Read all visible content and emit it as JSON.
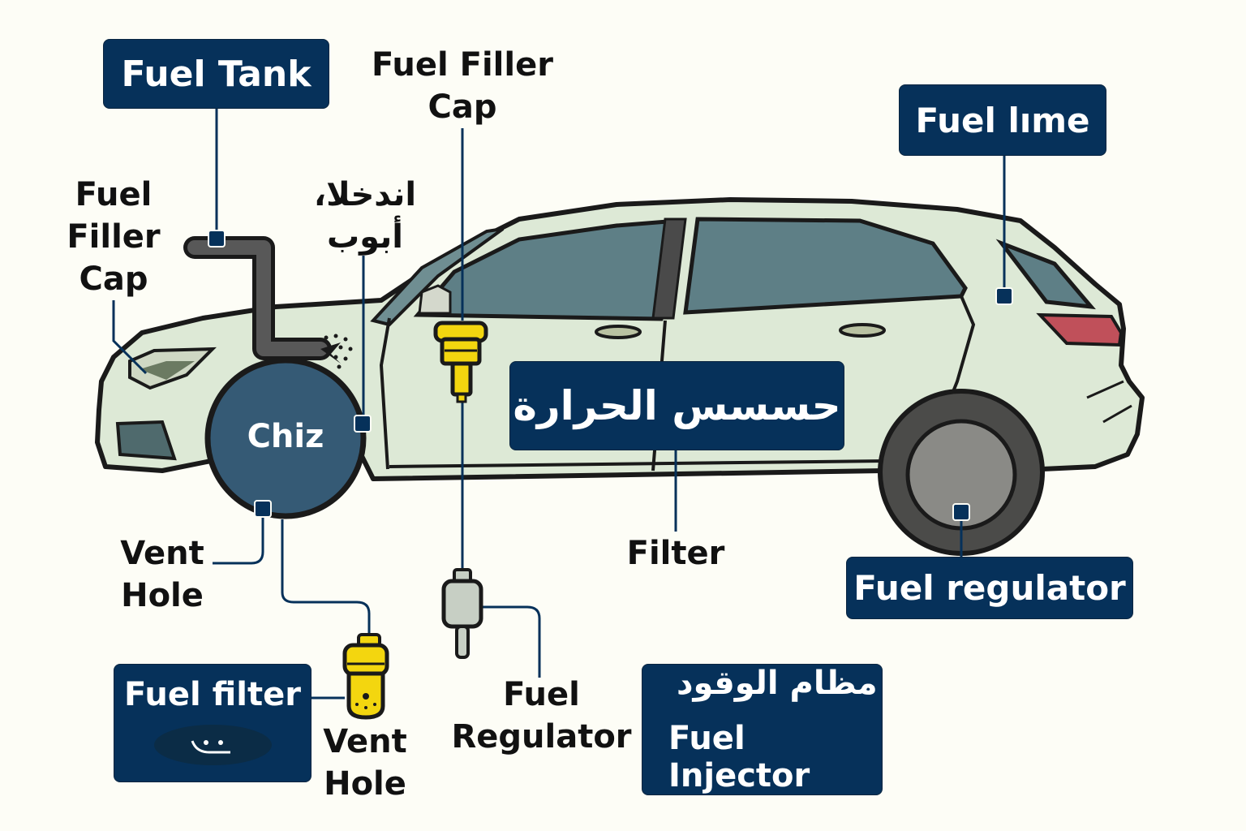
{
  "title": "Car Fuel System Diagram",
  "colors": {
    "label_box": "#06315a",
    "car_body": "#dde9d6",
    "window": "#5e7f86",
    "outline": "#1a1a1a",
    "tank": "#355a75",
    "filter_yellow": "#f3d60f",
    "tail_light": "#c0505a",
    "wheel_hub": "#8a8a86",
    "background": "#fdfdf6"
  },
  "labels": {
    "fuel_tank": "Fuel Tank",
    "fuel_filler_cap_top": [
      "Fuel Filler",
      "Cap"
    ],
    "fuel_filler_cap_left": [
      "Fuel",
      "Filler",
      "Cap"
    ],
    "arabic_left": [
      "اندخلا،",
      "أبوب"
    ],
    "fuel_line": "Fuel lıme",
    "tank_circle": "Chiz",
    "temp_sensor_arabic": "حسسس الحرارة",
    "vent_hole_left": [
      "Vent",
      "Hole"
    ],
    "vent_hole_bottom": [
      "Vent",
      "Hole"
    ],
    "filter": "Filter",
    "fuel_regulator_box": "Fuel regulator",
    "fuel_regulator_text": [
      "Fuel",
      "Regulator"
    ],
    "fuel_filter": "Fuel filter",
    "fuel_system_arabic": "مظام الوقود",
    "fuel_injector": "Fuel Injector"
  },
  "icons": [
    "fuel-pipe-icon",
    "fuel-tank-icon",
    "yellow-filter-icon",
    "inline-fuel-filter-icon",
    "smiley-icon",
    "car-icon",
    "wheel-icon"
  ]
}
